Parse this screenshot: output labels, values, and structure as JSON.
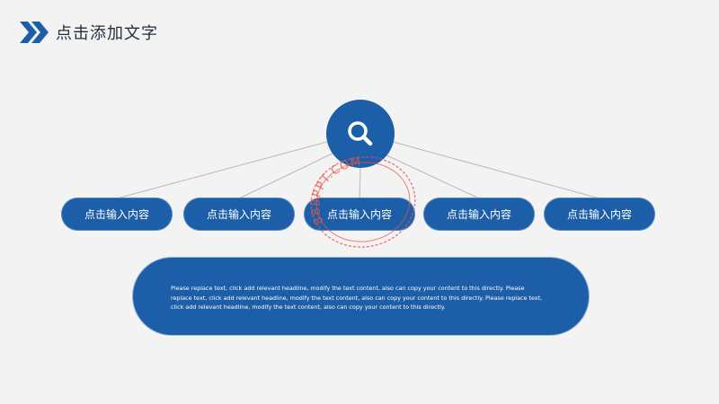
{
  "header": {
    "title": "点击添加文字"
  },
  "colors": {
    "accent": "#1c5fa8",
    "background": "#f3f3f3",
    "connector": "#b9b9b9",
    "watermark": "#e8564a"
  },
  "hub": {
    "icon": "search-icon"
  },
  "items": [
    {
      "label": "点击输入内容"
    },
    {
      "label": "点击输入内容"
    },
    {
      "label": "点击输入内容"
    },
    {
      "label": "点击输入内容"
    },
    {
      "label": "点击输入内容"
    }
  ],
  "description": {
    "text": "Please replace text, click add relevant headline, modify the text content, also can copy your content to this directly. Please replace text, click add relevant headline, modify the text content, also can copy your content to this directly. Please replace text, click add relevant headline, modify the text content, also can copy your content to this directly."
  },
  "watermark": {
    "text": "888PPT.COM"
  }
}
